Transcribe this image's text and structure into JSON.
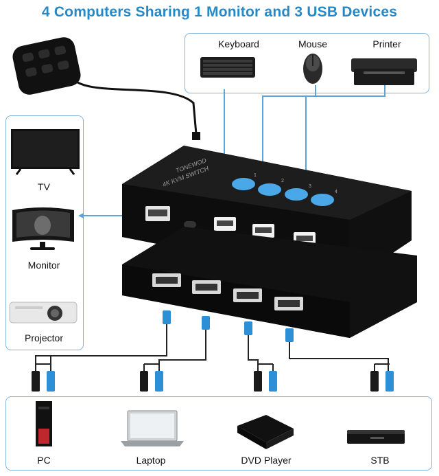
{
  "title": "4 Computers Sharing 1 Monitor and 3 USB Devices",
  "usb_devices": [
    {
      "label": "Keyboard",
      "icon": "keyboard-icon"
    },
    {
      "label": "Mouse",
      "icon": "mouse-icon"
    },
    {
      "label": "Printer",
      "icon": "printer-icon"
    }
  ],
  "displays": [
    {
      "label": "TV",
      "icon": "tv-icon"
    },
    {
      "label": "Monitor",
      "icon": "monitor-icon"
    },
    {
      "label": "Projector",
      "icon": "projector-icon"
    }
  ],
  "computers": [
    {
      "label": "PC",
      "icon": "pc-tower-icon"
    },
    {
      "label": "Laptop",
      "icon": "laptop-icon"
    },
    {
      "label": "DVD Player",
      "icon": "dvd-player-icon"
    },
    {
      "label": "STB",
      "icon": "stb-icon"
    }
  ],
  "kvm": {
    "brand": "TONEWOD",
    "model": "4K KVM SWITCH",
    "button_numbers": [
      "1",
      "2",
      "3",
      "4"
    ]
  },
  "remote": {
    "icon": "wired-remote-icon"
  },
  "colors": {
    "title": "#2589c9",
    "box_border": "#7fb3dc",
    "connector_line": "#5ba3d9",
    "button": "#4aa8e8",
    "cable": "#222222"
  }
}
